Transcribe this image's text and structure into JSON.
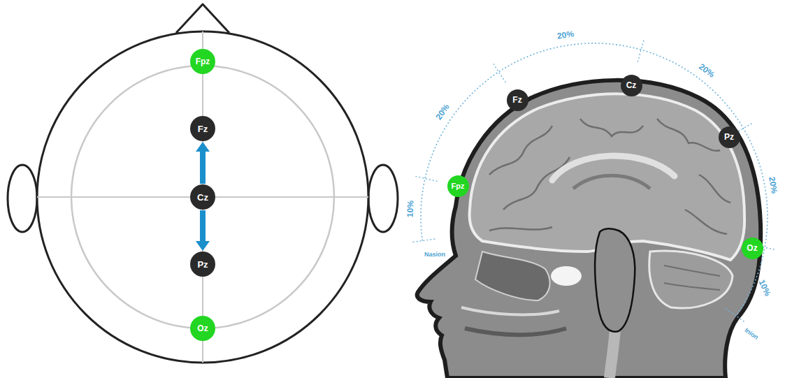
{
  "diagram": {
    "nodes": [
      {
        "text": [
          "Fpz"
        ]
      },
      {
        "text": [
          "Fz"
        ]
      },
      {
        "text": [
          "Cz"
        ]
      },
      {
        "text": [
          "Pz"
        ]
      },
      {
        "text": [
          "Oz"
        ]
      },
      {
        "text": [
          "Fz"
        ]
      },
      {
        "text": [
          "Cz"
        ]
      },
      {
        "text": [
          "Pz"
        ]
      },
      {
        "text": [
          "Fpz"
        ]
      },
      {
        "text": [
          "Oz"
        ]
      }
    ],
    "edges": [
      {
        "from": 2,
        "to": 1,
        "arrow": "to"
      },
      {
        "from": 2,
        "to": 3,
        "arrow": "to"
      }
    ],
    "labels": [
      "20%",
      "20%",
      "20%",
      "10%",
      "20%",
      "10%",
      "Nasion",
      "Inion"
    ]
  }
}
